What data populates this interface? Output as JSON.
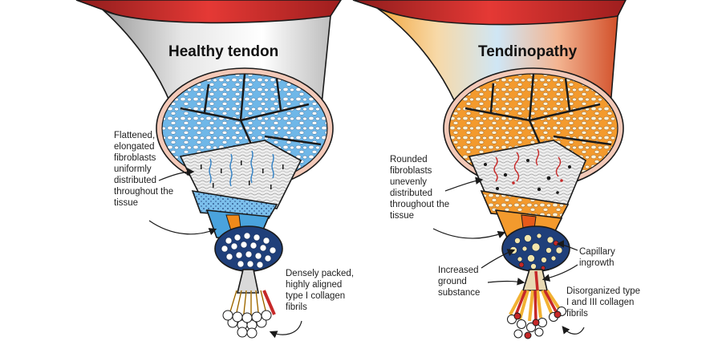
{
  "panels": {
    "healthy": {
      "title": "Healthy tendon",
      "fibroblast_label": [
        "Flattened,",
        "elongated",
        "fibroblasts",
        "uniformly",
        "distributed",
        "throughout the",
        "tissue"
      ],
      "collagen_label": [
        "Densely packed,",
        "highly aligned",
        "type I collagen",
        "fibrils"
      ]
    },
    "tendinopathy": {
      "title": "Tendinopathy",
      "fibroblast_label": [
        "Rounded",
        "fibroblasts",
        "unevenly",
        "distributed",
        "throughout the",
        "tissue"
      ],
      "ground_label": [
        "Increased",
        "ground",
        "substance"
      ],
      "capillary_label": [
        "Capillary",
        "ingrowth"
      ],
      "collagen_label": [
        "Disorganized type",
        "I and III collagen",
        "fibrils"
      ]
    }
  },
  "colors": {
    "muscle_red": "#c62828",
    "healthy_fascicle": "#6fb7e8",
    "healthy_bundle": "#a8d4f2",
    "tendinopathy_fascicle": "#f39a2d",
    "tendinopathy_bundle": "#f7c46a",
    "epitenon": "#f3c9b8",
    "navy": "#1f3f7a",
    "fibril_yellow": "#f2b233"
  }
}
